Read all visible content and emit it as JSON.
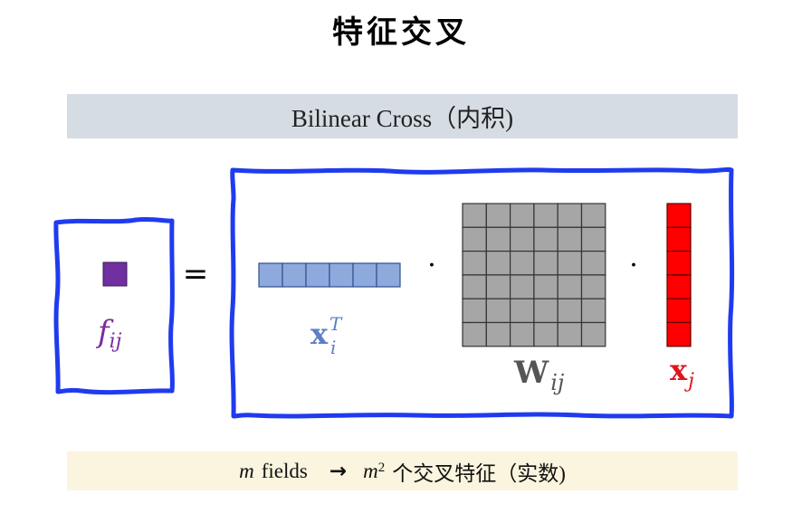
{
  "title": "特征交叉",
  "banner": {
    "text": "Bilinear Cross（内积)"
  },
  "equation": {
    "f_symbol": "f",
    "f_subscript": "ij",
    "equals": "=",
    "dot1": "·",
    "dot2": "·",
    "xi_symbol": "x",
    "xi_superscript": "T",
    "xi_subscript": "i",
    "W_symbol": "W",
    "W_subscript": "ij",
    "xj_symbol": "x",
    "xj_subscript": "j"
  },
  "footer": {
    "m_var": "m",
    "fields_word": "fields",
    "arrow": "→",
    "m2_var": "m",
    "m2_exp": "2",
    "cn_text": "个交叉特征（实数)"
  },
  "colors": {
    "frame": "#1f3bf0",
    "scalar": "#7030a0",
    "xi": "#8ea9db",
    "W": "#a6a6a6",
    "xj": "#ff0000",
    "banner_bg": "#d5dce4",
    "footer_bg": "#fbf4de"
  }
}
